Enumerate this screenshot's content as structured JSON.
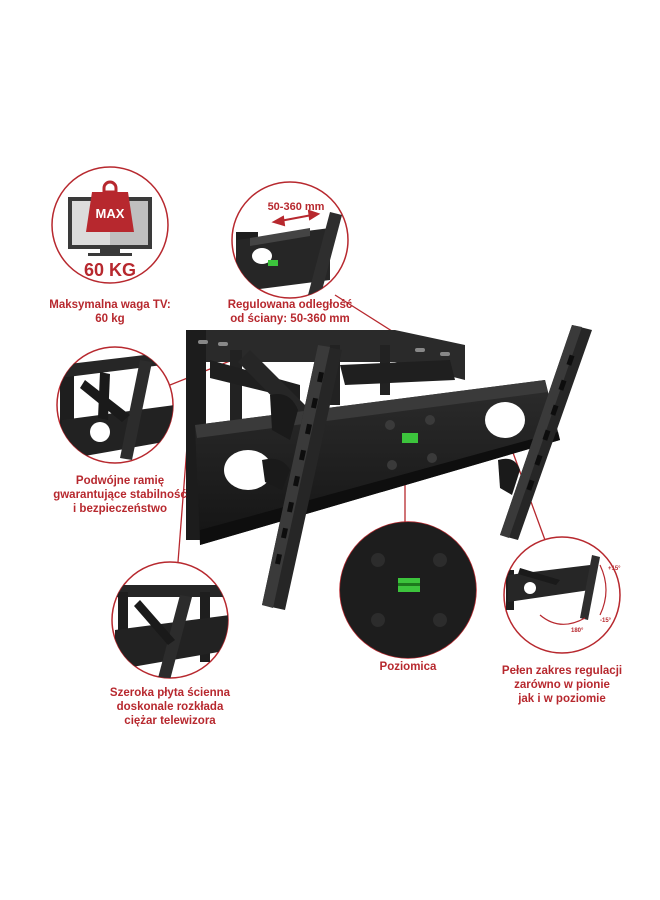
{
  "features": {
    "max_weight": {
      "badge": "MAX",
      "value": "60 KG",
      "caption": "Maksymalna waga TV:\n60 kg"
    },
    "wall_distance": {
      "range": "50-360 mm",
      "caption": "Regulowana odległość\nod ściany: 50-360 mm"
    },
    "double_arm": {
      "caption": "Podwójne ramię\ngwarantujące stabilność\ni bezpieczeństwo"
    },
    "wall_plate": {
      "caption": "Szeroka płyta ścienna\ndoskonale rozkłada\nciężar telewizora"
    },
    "level": {
      "caption": "Poziomica"
    },
    "adjustment": {
      "tilt_up": "+15°",
      "tilt_down": "-15°",
      "swivel": "180°",
      "caption": "Pełen zakres regulacji\nzarówno w pionie\njak i w poziomie"
    }
  },
  "colors": {
    "accent": "#b7282e",
    "steel": "#1e1e1e",
    "level_green": "#3cc43c"
  }
}
